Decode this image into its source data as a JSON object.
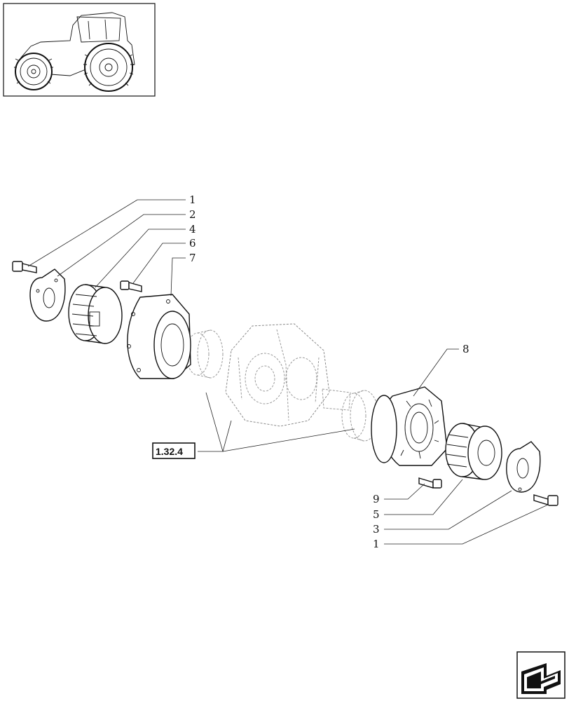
{
  "diagram": {
    "callouts": {
      "c1_top": "1",
      "c2": "2",
      "c4": "4",
      "c6": "6",
      "c7": "7",
      "c8": "8",
      "c9": "9",
      "c5": "5",
      "c3": "3",
      "c1_bottom": "1"
    },
    "reference_box": "1.32.4"
  },
  "icons": {
    "thumbnail": "tractor-thumbnail",
    "navigation": "next-page-arrow-icon"
  }
}
